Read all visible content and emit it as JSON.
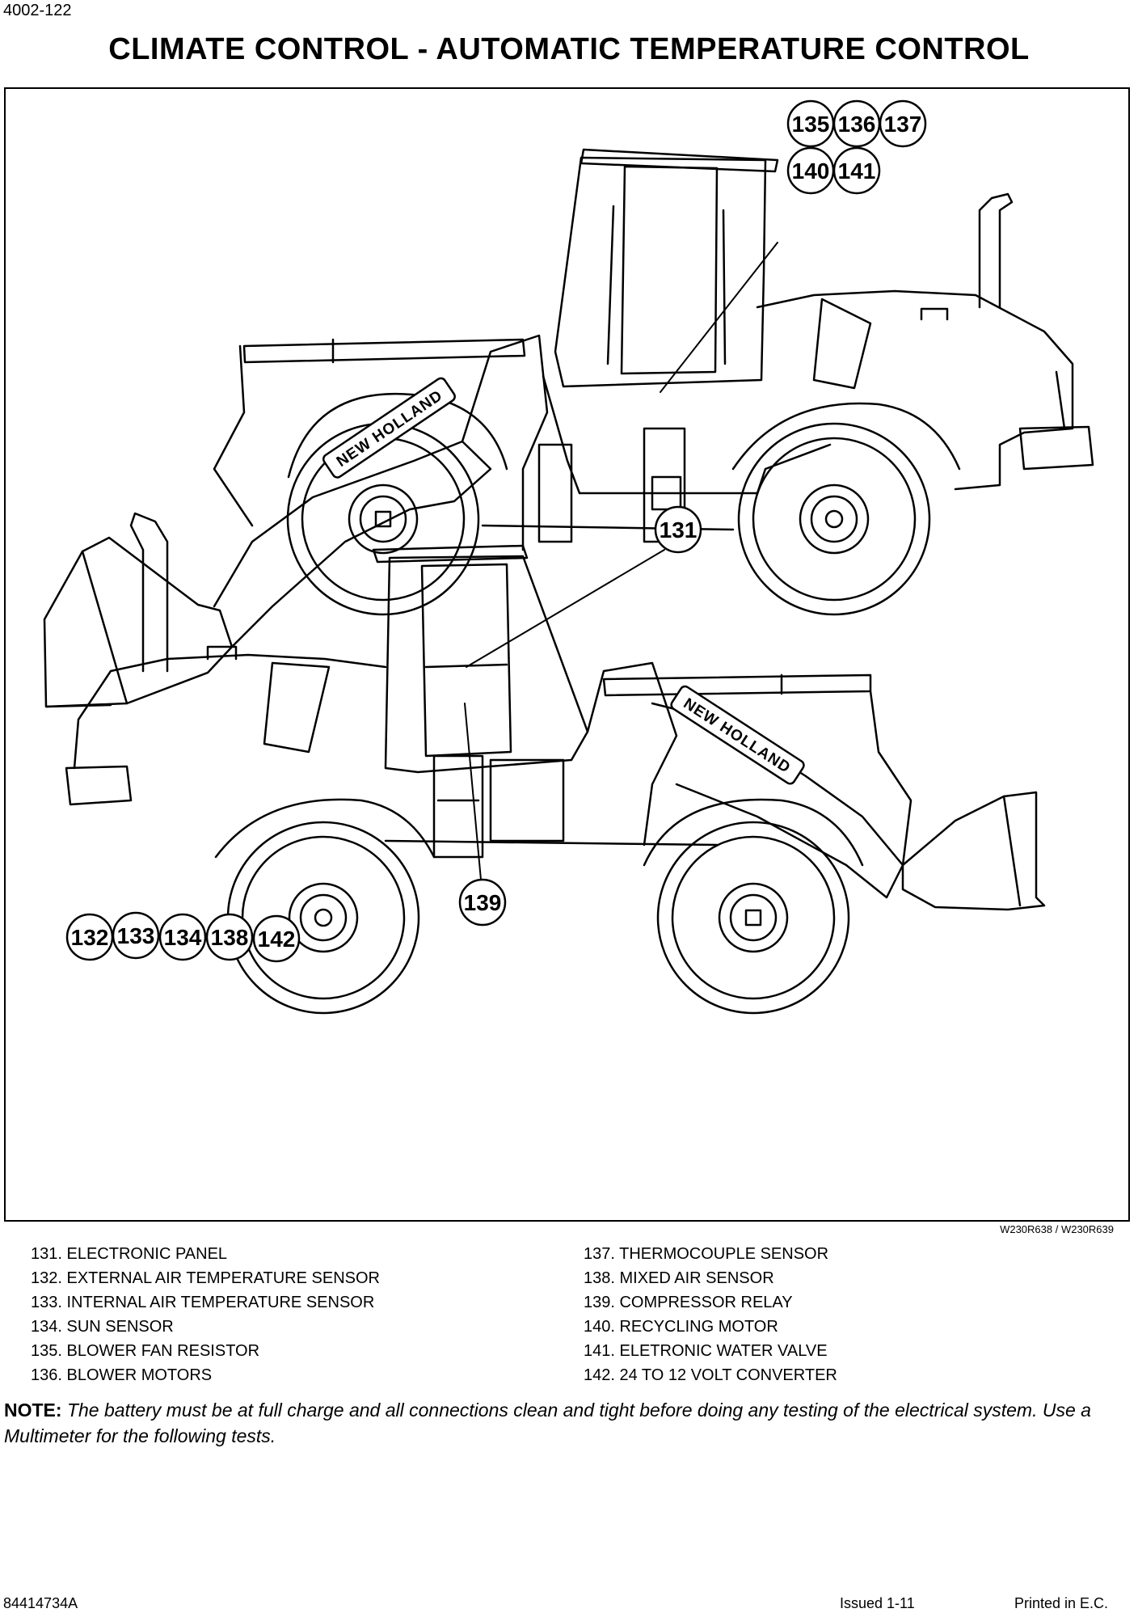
{
  "page_number": "4002-122",
  "title": "CLIMATE CONTROL - AUTOMATIC TEMPERATURE CONTROL",
  "figure": {
    "reference": "W230R638 / W230R639",
    "brand_decal": "NEW HOLLAND",
    "callouts": {
      "c131": "131",
      "c132": "132",
      "c133": "133",
      "c134": "134",
      "c135": "135",
      "c136": "136",
      "c137": "137",
      "c138": "138",
      "c139": "139",
      "c140": "140",
      "c141": "141",
      "c142": "142"
    }
  },
  "legend": {
    "left": [
      "131. ELECTRONIC PANEL",
      "132. EXTERNAL AIR TEMPERATURE SENSOR",
      "133. INTERNAL AIR TEMPERATURE SENSOR",
      "134. SUN SENSOR",
      "135. BLOWER FAN RESISTOR",
      "136. BLOWER MOTORS"
    ],
    "right": [
      "137. THERMOCOUPLE SENSOR",
      "138. MIXED AIR SENSOR",
      "139. COMPRESSOR RELAY",
      "140. RECYCLING MOTOR",
      "141. ELETRONIC WATER VALVE",
      "142. 24 TO 12 VOLT CONVERTER"
    ]
  },
  "note": {
    "label": "NOTE:",
    "text": "The battery must be at full charge and all connections clean and tight before doing any testing of the electrical system. Use a Multimeter for the following tests."
  },
  "footer": {
    "doc_number": "84414734A",
    "issued": "Issued  1-11",
    "printed": "Printed in E.C."
  }
}
